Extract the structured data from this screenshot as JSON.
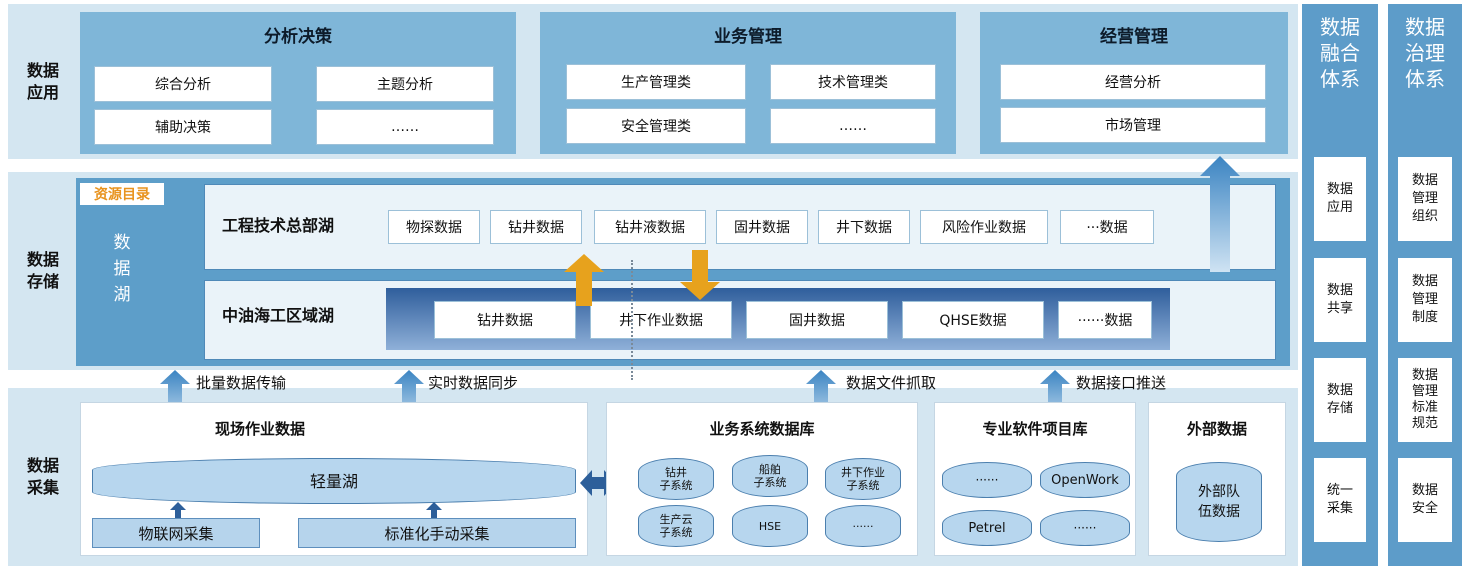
{
  "sections": {
    "application": "数据\n应用",
    "storage": "数据\n存储",
    "collection": "数据\n采集"
  },
  "application": {
    "panels": [
      {
        "title": "分析决策",
        "items": [
          "综合分析",
          "主题分析",
          "辅助决策",
          "……"
        ]
      },
      {
        "title": "业务管理",
        "items": [
          "生产管理类",
          "技术管理类",
          "安全管理类",
          "……"
        ]
      },
      {
        "title": "经营管理",
        "items": [
          "经营分析",
          "市场管理"
        ]
      }
    ]
  },
  "storage": {
    "resource_catalog": "资源目录",
    "data_lake": "数\n据\n湖",
    "hq_lake": {
      "title": "工程技术总部湖",
      "items": [
        "物探数据",
        "钻井数据",
        "钻井液数据",
        "固井数据",
        "井下数据",
        "风险作业数据",
        "···数据"
      ]
    },
    "regional_lake": {
      "title": "中油海工区域湖",
      "items": [
        "钻井数据",
        "井下作业数据",
        "固井数据",
        "QHSE数据",
        "······数据"
      ]
    }
  },
  "arrows": {
    "batch": "批量数据传输",
    "realtime": "实时数据同步",
    "file": "数据文件抓取",
    "api": "数据接口推送"
  },
  "collection": {
    "field": {
      "title": "现场作业数据",
      "light_lake": "轻量湖",
      "iot": "物联网采集",
      "manual": "标准化手动采集"
    },
    "business_db": {
      "title": "业务系统数据库",
      "items": [
        "钻井\n子系统",
        "船舶\n子系统",
        "井下作业\n子系统",
        "生产云\n子系统",
        "HSE",
        "······"
      ]
    },
    "software_db": {
      "title": "专业软件项目库",
      "items": [
        "······",
        "OpenWork",
        "Petrel",
        "······"
      ]
    },
    "external": {
      "title": "外部数据",
      "item": "外部队\n伍数据"
    }
  },
  "fusion": {
    "title": "数据\n融合\n体系",
    "items": [
      "数据\n应用",
      "数据\n共享",
      "数据\n存储",
      "统一\n采集"
    ]
  },
  "governance": {
    "title": "数据\n治理\n体系",
    "items": [
      "数据\n管理\n组织",
      "数据\n管理\n制度",
      "数据\n管理\n标准\n规范",
      "数据\n安全"
    ]
  }
}
